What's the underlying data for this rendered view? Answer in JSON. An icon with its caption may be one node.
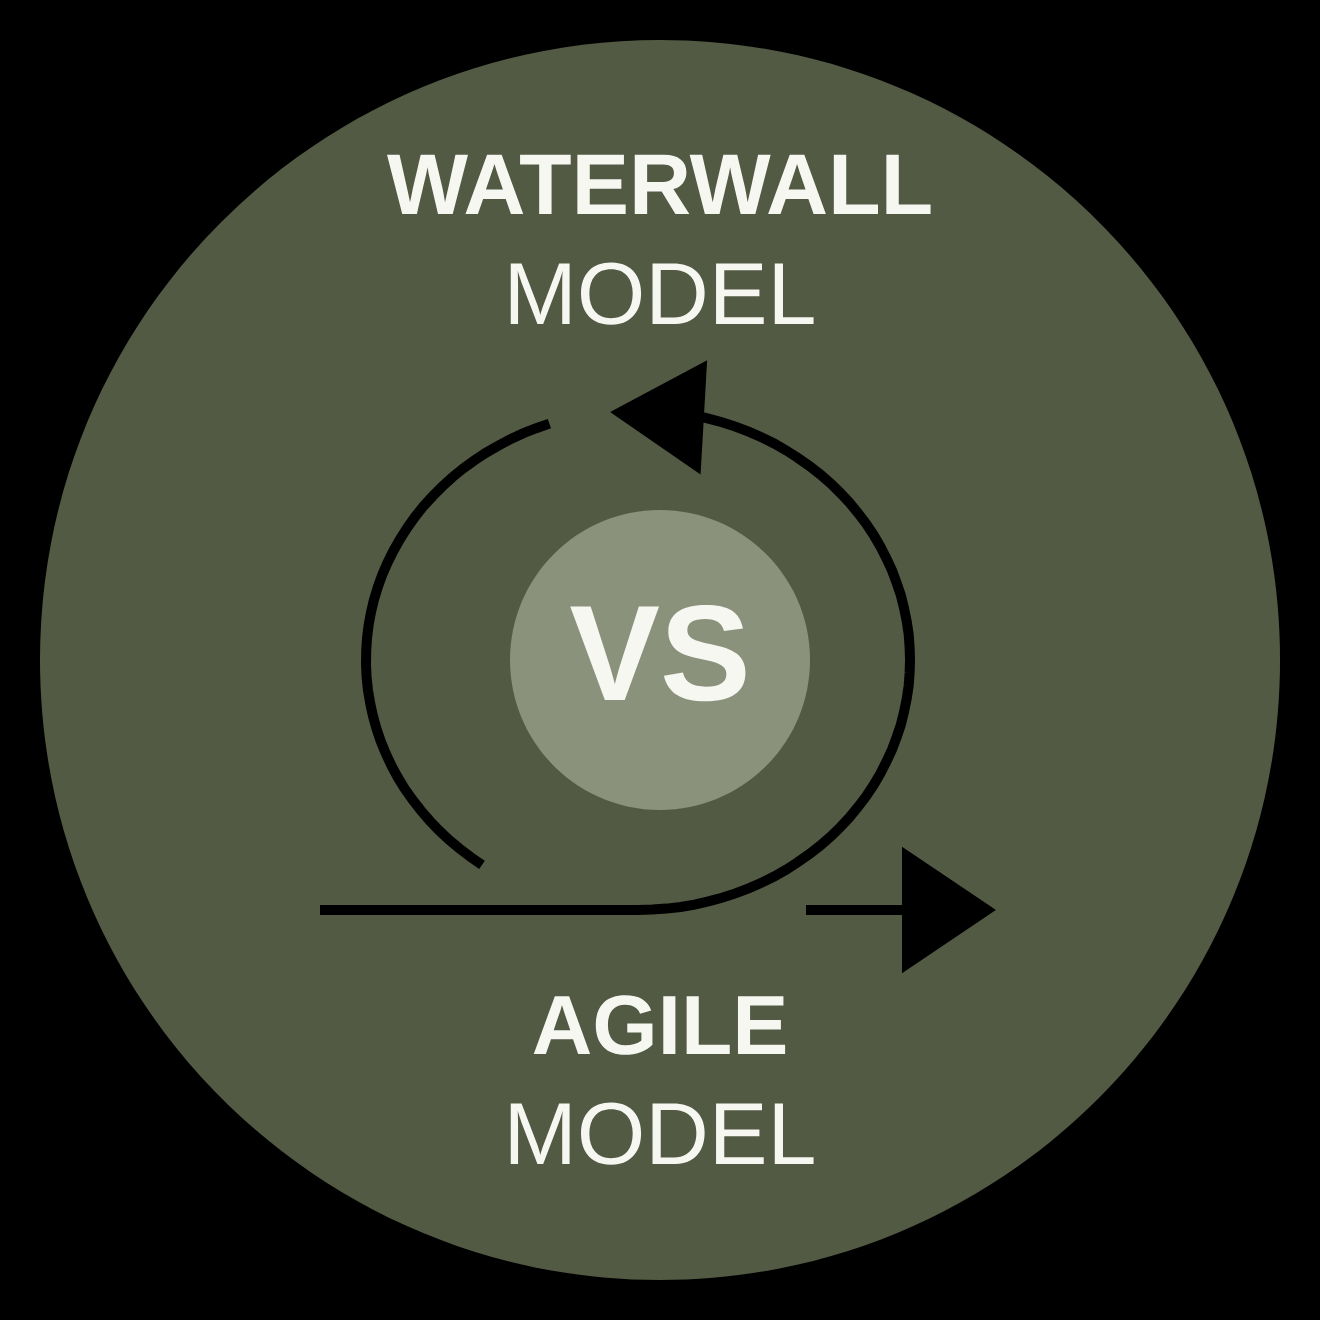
{
  "diagram": {
    "nodes": [
      {
        "text": [
          "WATERWALL",
          "MODEL",
          "AGILE",
          "MODEL"
        ]
      },
      {
        "text": [
          "VS"
        ],
        "in": 0
      }
    ]
  }
}
